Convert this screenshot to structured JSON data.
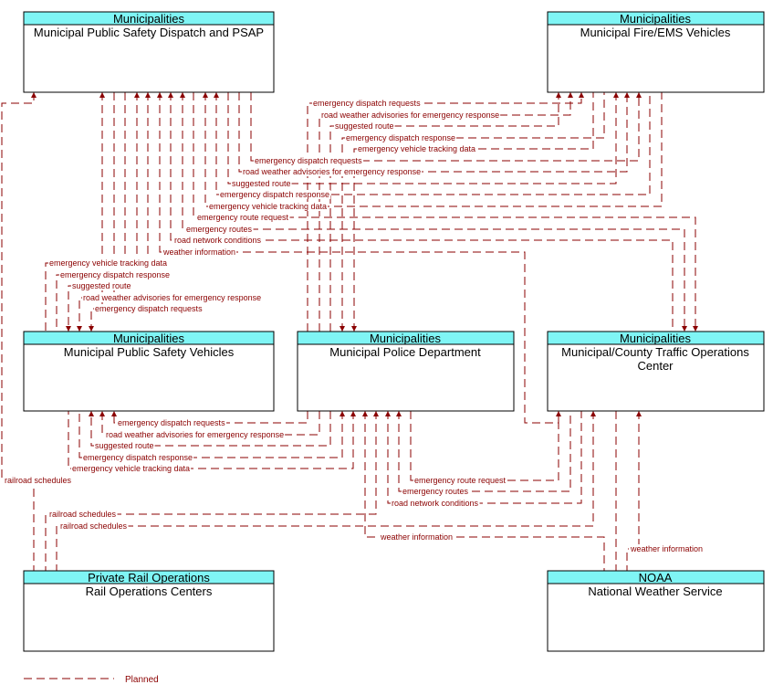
{
  "nodes": {
    "psap": {
      "category": "Municipalities",
      "name": "Municipal Public Safety Dispatch and PSAP"
    },
    "fire": {
      "category": "Municipalities",
      "name": "Municipal Fire/EMS Vehicles"
    },
    "psv": {
      "category": "Municipalities",
      "name": "Municipal Public Safety Vehicles"
    },
    "police": {
      "category": "Municipalities",
      "name": "Municipal Police Department"
    },
    "toc": {
      "category": "Municipalities",
      "name_line1": "Municipal/County Traffic Operations",
      "name_line2": "Center"
    },
    "rail": {
      "category": "Private Rail Operations",
      "name": "Rail Operations Centers"
    },
    "noaa": {
      "category": "NOAA",
      "name": "National Weather Service"
    }
  },
  "flows": {
    "f1": "emergency dispatch requests",
    "f2": "road weather advisories for emergency response",
    "f3": "suggested route",
    "f4": "emergency dispatch response",
    "f5": "emergency vehicle tracking data",
    "f6": "emergency dispatch requests",
    "f7": "road weather advisories for emergency response",
    "f8": "suggested route",
    "f9": "emergency dispatch response",
    "f10": "emergency vehicle tracking data",
    "f11": "emergency route request",
    "f12": "emergency routes",
    "f13": "road network conditions",
    "f14": "weather information",
    "f15": "emergency vehicle tracking data",
    "f16": "emergency dispatch response",
    "f17": "suggested route",
    "f18": "road weather advisories for emergency response",
    "f19": "emergency dispatch requests",
    "f20": "emergency dispatch requests",
    "f21": "road weather advisories for emergency response",
    "f22": "suggested route",
    "f23": "emergency dispatch response",
    "f24": "emergency vehicle tracking data",
    "f25": "railroad schedules",
    "f26": "emergency route request",
    "f27": "emergency routes",
    "f28": "road network conditions",
    "f29": "railroad schedules",
    "f30": "railroad schedules",
    "f31": "weather information",
    "f32": "weather information"
  },
  "legend": {
    "label": "Planned"
  },
  "colors": {
    "flow": "#8b0000",
    "header": "#7ff5f5"
  }
}
